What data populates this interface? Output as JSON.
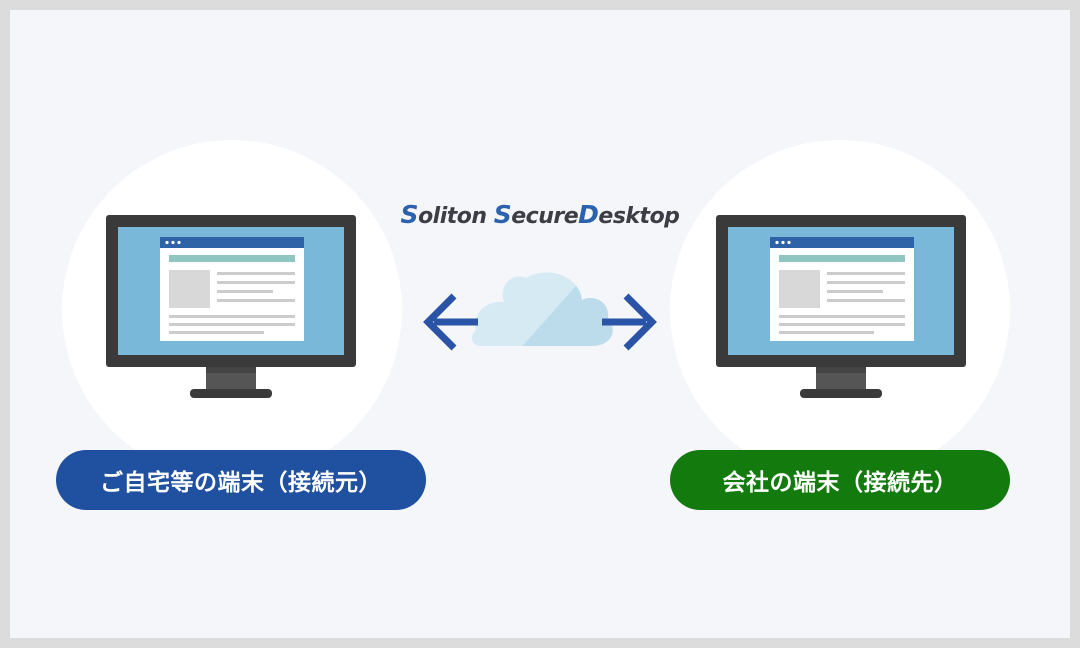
{
  "logo": {
    "word1_initial": "S",
    "word1_rest": "oliton ",
    "word2_initial": "S",
    "word2_rest": "ecure",
    "word3_initial": "D",
    "word3_rest": "esktop"
  },
  "left_terminal": {
    "label": "ご自宅等の端末（接続元）"
  },
  "right_terminal": {
    "label": "会社の端末（接続先）"
  },
  "colors": {
    "left_label_bg": "#2050a0",
    "right_label_bg": "#137a0e",
    "arrow": "#2a55a6",
    "cloud_light": "#d6eaf4",
    "cloud_dark": "#bcdcec",
    "monitor_bezel": "#3a3a3a",
    "screen": "#7ab8d9",
    "window_titlebar": "#2e63a8"
  },
  "icons": {
    "left_monitor": "monitor-icon",
    "right_monitor": "monitor-icon",
    "cloud": "cloud-icon",
    "arrow_left": "arrow-left-icon",
    "arrow_right": "arrow-right-icon"
  }
}
